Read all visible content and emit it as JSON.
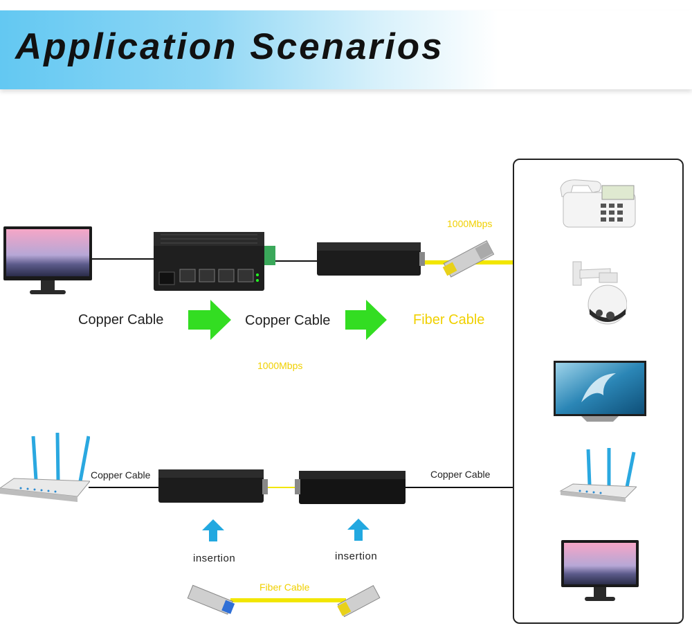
{
  "header": {
    "title": "Application Scenarios"
  },
  "top_row": {
    "copper_cable_1": "Copper Cable",
    "copper_cable_2": "Copper Cable",
    "fiber_cable": "Fiber Cable",
    "speed_top": "1000Mbps",
    "speed_bottom": "1000Mbps"
  },
  "bottom_row": {
    "copper_cable_left": "Copper Cable",
    "copper_cable_right": "Copper Cable",
    "insertion_left": "insertion",
    "insertion_right": "insertion",
    "fiber_cable": "Fiber Cable"
  },
  "colors": {
    "arrow_green": "#33dd22",
    "arrow_blue": "#22a8e0",
    "fiber_yellow": "#f2e600",
    "label_yellow": "#f0d000"
  },
  "icons": [
    "monitor-icon",
    "switch-icon",
    "media-converter-icon",
    "sfp-module-icon",
    "telephone-icon",
    "ip-camera-icon",
    "tv-icon",
    "router-icon"
  ]
}
